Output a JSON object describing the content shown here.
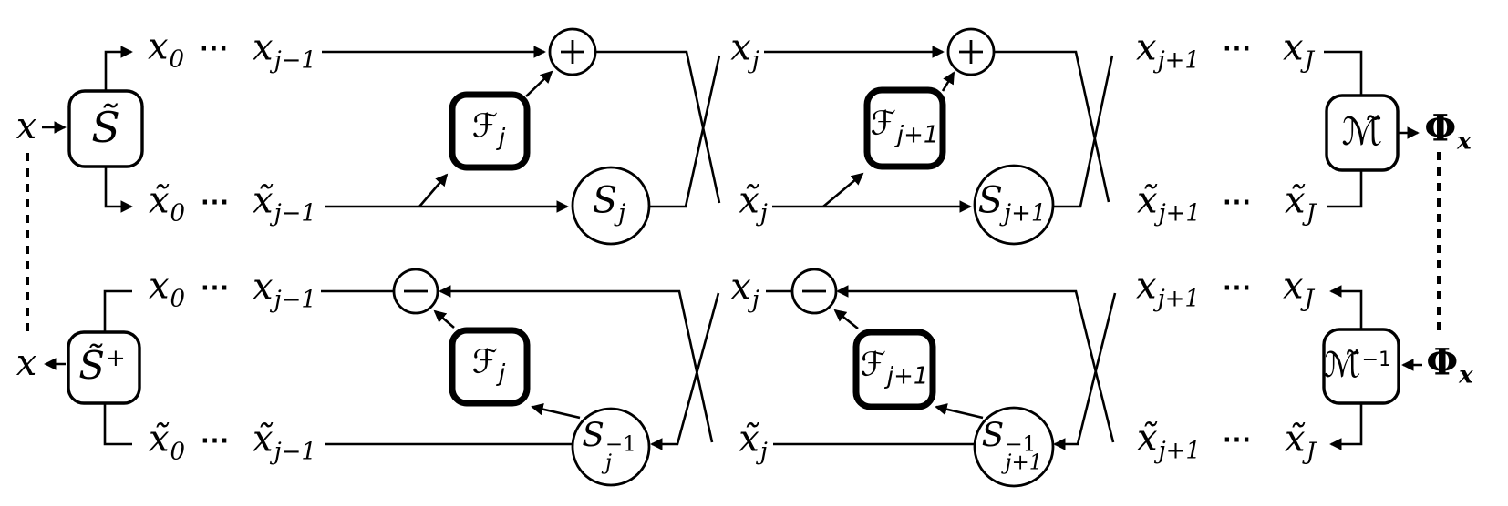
{
  "colors": {
    "line": "#000000",
    "background": "#ffffff"
  },
  "operators": {
    "add": "+",
    "subtract": "−"
  },
  "ellipsis": "⋯",
  "signals": {
    "x": {
      "base": "x"
    },
    "x_0": {
      "base": "x",
      "sub": "0"
    },
    "x_jm1": {
      "base": "x",
      "sub": "j−1"
    },
    "x_j": {
      "base": "x",
      "sub": "j"
    },
    "x_jp1": {
      "base": "x",
      "sub": "j+1"
    },
    "x_J": {
      "base": "x",
      "sub": "J"
    },
    "xt_0": {
      "base": "x̃",
      "sub": "0"
    },
    "xt_jm1": {
      "base": "x̃",
      "sub": "j−1"
    },
    "xt_j": {
      "base": "x̃",
      "sub": "j"
    },
    "xt_jp1": {
      "base": "x̃",
      "sub": "j+1"
    },
    "xt_J": {
      "base": "x̃",
      "sub": "J"
    },
    "phi_x": {
      "base": "Φ",
      "sub": "x"
    }
  },
  "blocks": {
    "splitter": {
      "base": "S̃"
    },
    "inverse_splitter": {
      "base": "S̃",
      "sup": "+"
    },
    "merger": {
      "base": "ℳ̃"
    },
    "inverse_merger": {
      "base": "ℳ̃",
      "sup": "−1"
    },
    "predictor_j": {
      "base": "ℱ",
      "sub": "j"
    },
    "predictor_j1": {
      "base": "ℱ",
      "sub": "j+1"
    },
    "scaler_j": {
      "base": "S",
      "sub": "j"
    },
    "scaler_j1": {
      "base": "S",
      "sub": "j+1"
    },
    "inverse_scaler_j": {
      "base": "S",
      "sub": "j",
      "sup": "−1"
    },
    "inverse_scaler_j1": {
      "base": "S",
      "sub": "j+1",
      "sup": "−1"
    }
  }
}
